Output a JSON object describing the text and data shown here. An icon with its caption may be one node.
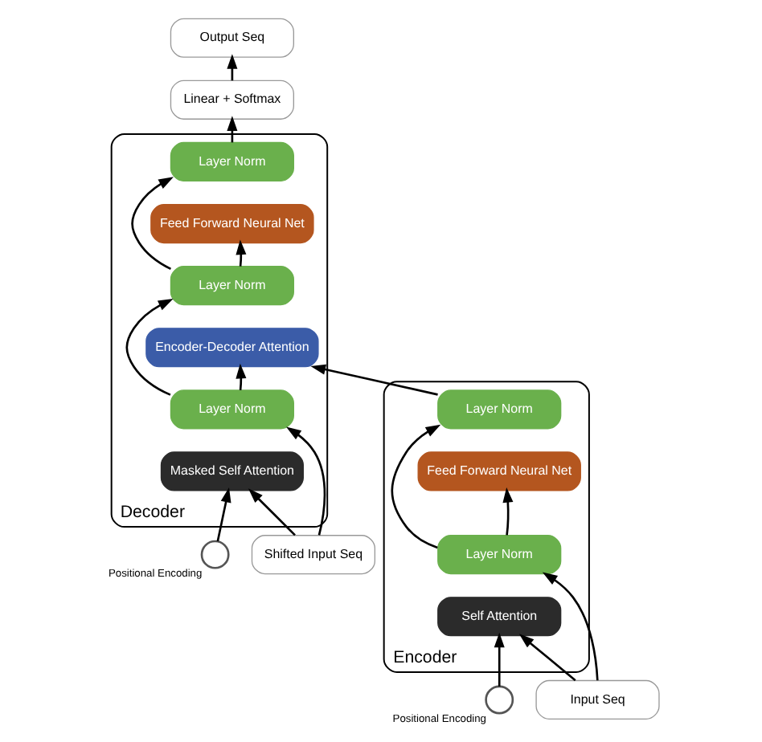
{
  "diagram": {
    "nodes": [
      {
        "text": [
          "Encoder"
        ]
      },
      {
        "text": [
          "Layer Norm"
        ],
        "in": 0
      },
      {
        "text": [
          "Feed Forward Neural Net"
        ],
        "in": 0
      },
      {
        "text": [
          "Layer Norm"
        ],
        "in": 0
      },
      {
        "text": [
          "Self Attention"
        ],
        "in": 0
      },
      {
        "text": [],
        "shape": "circle",
        "beside": [
          "Positional Encoding"
        ]
      },
      {
        "text": [
          "Input Seq"
        ]
      },
      {
        "text": [
          "Decoder"
        ]
      },
      {
        "text": [
          "Layer Norm"
        ],
        "in": 7
      },
      {
        "text": [
          "Feed Forward Neural Net"
        ],
        "in": 7
      },
      {
        "text": [
          "Layer Norm"
        ],
        "in": 7
      },
      {
        "text": [
          "Encoder-Decoder Attention"
        ],
        "in": 7
      },
      {
        "text": [
          "Layer Norm"
        ],
        "in": 7
      },
      {
        "text": [
          "Masked Self Attention"
        ],
        "in": 7
      },
      {
        "text": [],
        "shape": "circle",
        "beside": [
          "Positional Encoding"
        ]
      },
      {
        "text": [
          "Shifted Input Seq"
        ]
      },
      {
        "text": [
          "Linear + Softmax"
        ]
      },
      {
        "text": [
          "Output Seq"
        ]
      }
    ],
    "edges": [
      {
        "from": 6,
        "to": 4,
        "arrow": "to"
      },
      {
        "from": 5,
        "to": 4,
        "arrow": "to"
      },
      {
        "from": 6,
        "to": 3,
        "arrow": "to"
      },
      {
        "from": 3,
        "to": 2,
        "arrow": "to"
      },
      {
        "from": 3,
        "to": 1,
        "arrow": "to"
      },
      {
        "from": 1,
        "to": 11,
        "arrow": "to"
      },
      {
        "from": 15,
        "to": 13,
        "arrow": "to"
      },
      {
        "from": 14,
        "to": 13,
        "arrow": "to"
      },
      {
        "from": 15,
        "to": 12,
        "arrow": "to"
      },
      {
        "from": 12,
        "to": 11,
        "arrow": "to"
      },
      {
        "from": 12,
        "to": 10,
        "arrow": "to"
      },
      {
        "from": 10,
        "to": 9,
        "arrow": "to"
      },
      {
        "from": 10,
        "to": 8,
        "arrow": "to"
      },
      {
        "from": 8,
        "to": 16,
        "arrow": "to"
      },
      {
        "from": 16,
        "to": 17,
        "arrow": "to"
      }
    ]
  }
}
